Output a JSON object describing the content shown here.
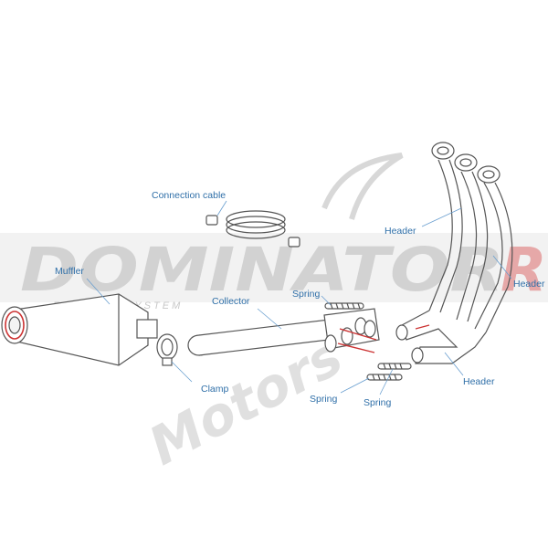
{
  "watermark": {
    "brand": "DOMINATOR",
    "tagline": "EXHAUST SYSTEM",
    "script": "Motors"
  },
  "labels": {
    "connection_cable": "Connection cable",
    "muffler": "Muffler",
    "collector": "Collector",
    "clamp": "Clamp",
    "spring_top": "Spring",
    "spring_bottom_left": "Spring",
    "spring_bottom_right": "Spring",
    "header_top": "Header",
    "header_right": "Header",
    "header_bottom": "Header"
  },
  "colors": {
    "line_art": "#555555",
    "label_text": "#2f6fa8",
    "leader_line": "#6a9fd0",
    "watermark_gray": "#d9d9d9",
    "watermark_red": "#e6a8a8",
    "accent_ring": "#cc3333"
  }
}
